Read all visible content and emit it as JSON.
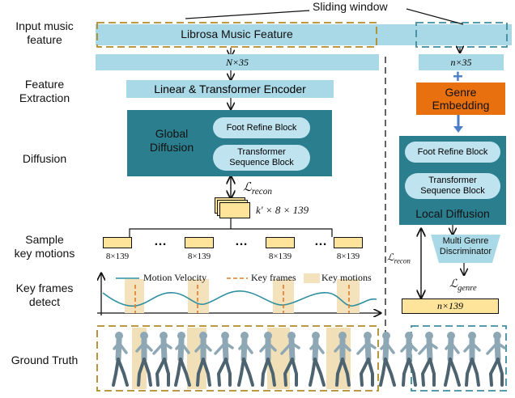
{
  "colors": {
    "light_blue": "#a9d8e6",
    "dark_teal": "#2b7e8e",
    "pill": "#bfe3ef",
    "orange": "#e8700f",
    "key_yellow": "#fde49a",
    "key_bar": "#f3e2bc",
    "dash_gold": "#b08a2a",
    "dash_teal": "#3d8da0",
    "curve": "#2e8fa0",
    "keyframe_line": "#e07c27",
    "arrow_blue": "#4a7fc7"
  },
  "row_labels": {
    "input": "Input music\nfeature",
    "extraction": "Feature\nExtraction",
    "diffusion": "Diffusion",
    "sample": "Sample\nkey motions",
    "detect": "Key frames\ndetect",
    "ground_truth": "Ground Truth"
  },
  "sliding_window": "Sliding window",
  "librosa": "Librosa Music Feature",
  "n35_global": "N×35",
  "encoder": "Linear & Transformer Encoder",
  "global": {
    "title": "Global\nDiffusion",
    "foot": "Foot Refine Block",
    "transformer": "Transformer\nSequence Block"
  },
  "recon_loss": "ℒrecon",
  "stack_label": "k′ × 8 × 139",
  "key_motion_label": "8×139",
  "ellipsis": "…",
  "legend": {
    "velocity": "Motion Velocity",
    "keyframes": "Key frames",
    "keymotions": "Key motions"
  },
  "local": {
    "n35": "n×35",
    "plus": "+",
    "genre_embed": "Genre\nEmbedding",
    "foot": "Foot Refine Block",
    "transformer": "Transformer\nSequence Block",
    "title": "Local Diffusion",
    "discriminator": "Multi Genre\nDiscriminator",
    "recon_loss": "ℒrecon",
    "genre_loss": "ℒgenre",
    "output": "n×139"
  },
  "icons": {
    "dancer": "dancer-figure-icon"
  }
}
